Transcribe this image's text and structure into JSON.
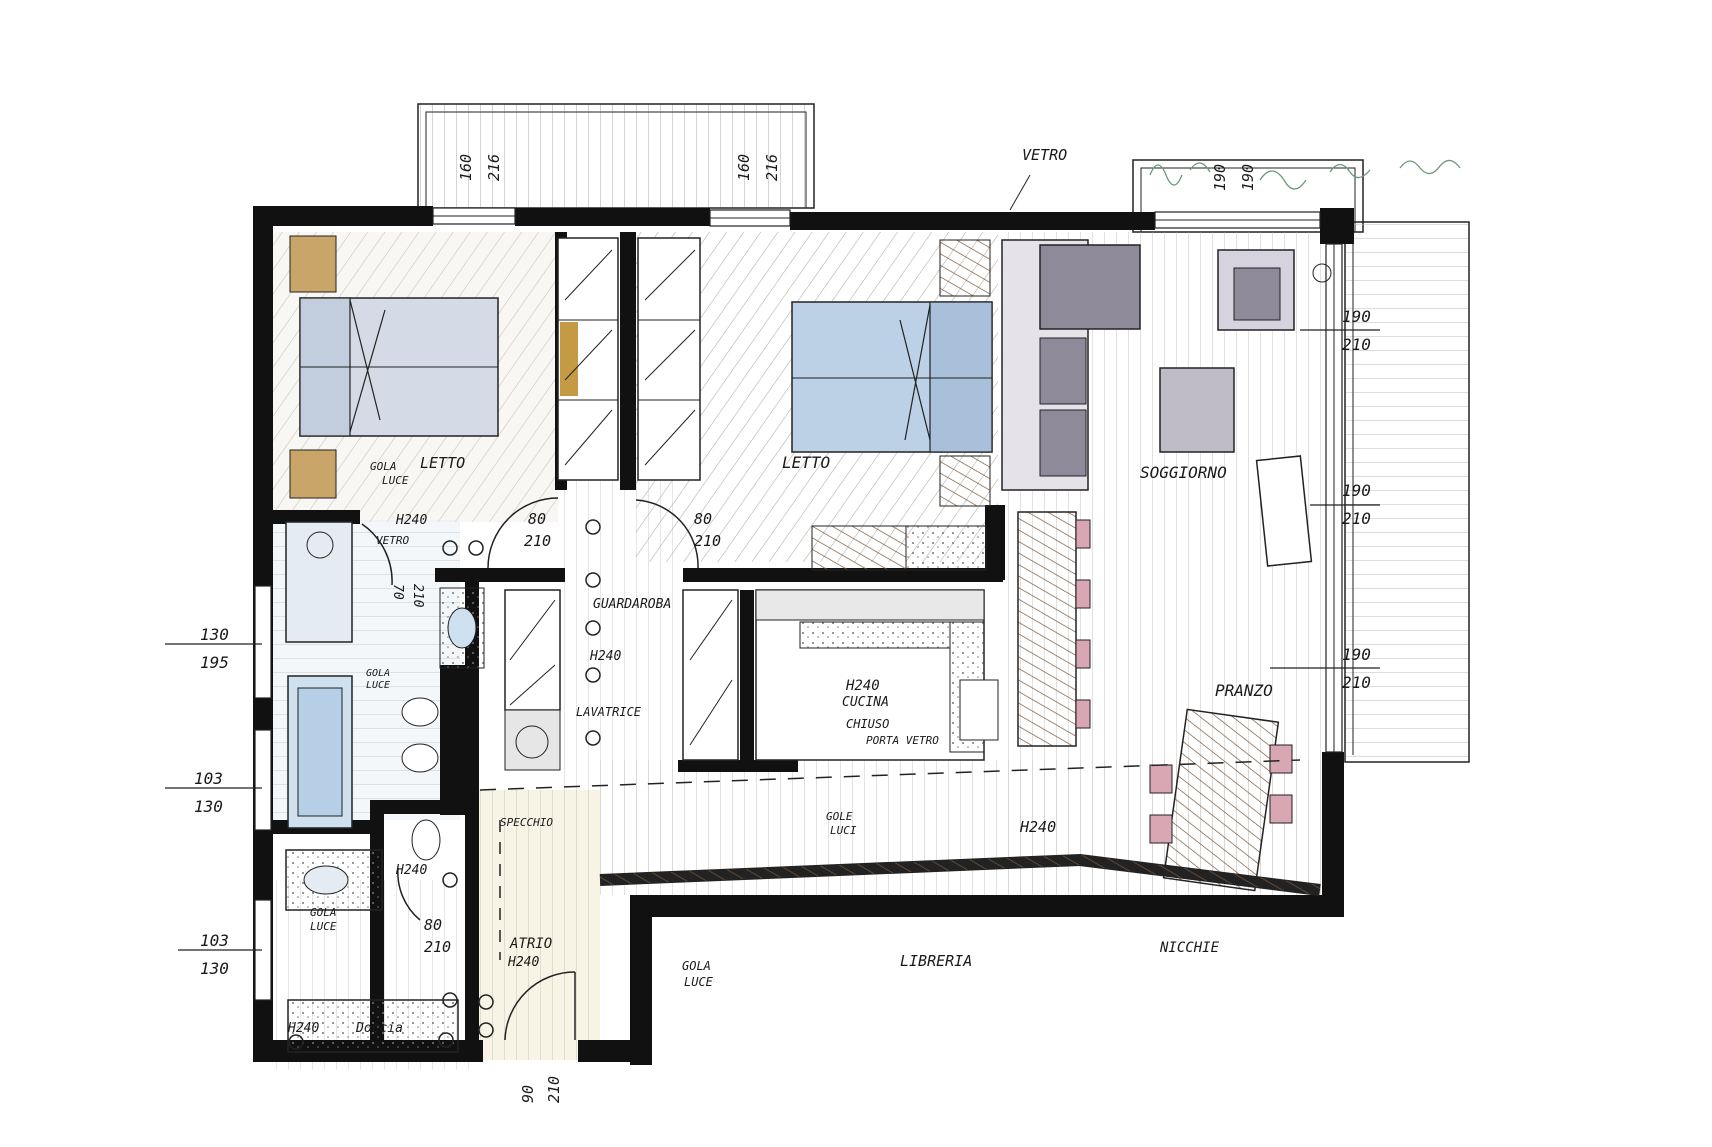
{
  "labels": {
    "vetro_top": "VETRO",
    "letto_left": "LETTO",
    "letto_right": "LETTO",
    "soggiorno": "SOGGIORNO",
    "pranzo": "PRANZO",
    "guardaroba": "GUARDAROBA",
    "h240_guard": "H240",
    "lavatrice": "LAVATRICE",
    "cucina_h": "H240",
    "cucina": "CUCINA",
    "chiuso": "CHIUSO",
    "porta_vetro": "PORTA VETRO",
    "gole_luci_mid": "GOLE",
    "luci_mid": "LUCI",
    "h240_living": "H240",
    "specchio": "SPECCHIO",
    "libreria": "LIBRERIA",
    "nicchie": "NICCHIE",
    "atrio": "ATRIO",
    "atrio_h": "H240",
    "gola_luce_entry": "GOLA",
    "luce_entry": "LUCE",
    "h240_bath": "H240",
    "doccia": "Doccia",
    "h240_shower": "H240",
    "gola_luce_bed": "GOLA",
    "luce_bed": "LUCE",
    "h240_corr": "H240",
    "vetro_bath": "VETRO",
    "gola_luce_bath": "GOLA",
    "luce_bath": "LUCE",
    "gola_luce_wc": "GOLA",
    "luce_wc": "LUCE"
  },
  "dimensions": {
    "win1_a": "160",
    "win1_b": "216",
    "win2_a": "160",
    "win2_b": "216",
    "win3_a": "190",
    "win3_b": "190",
    "r1_a": "190",
    "r1_b": "210",
    "r2_a": "190",
    "r2_b": "210",
    "r3_a": "190",
    "r3_b": "210",
    "l1_a": "130",
    "l1_b": "195",
    "l2_a": "103",
    "l2_b": "130",
    "l3_a": "103",
    "l3_b": "130",
    "d1_a": "80",
    "d1_b": "210",
    "d2_a": "80",
    "d2_b": "210",
    "d3_a": "80",
    "d3_b": "210",
    "d4_a": "70",
    "d4_b": "210",
    "entry_a": "90",
    "entry_b": "210"
  },
  "colors": {
    "wall": "#111111",
    "bed_blue": "#b7cde3",
    "wood_brown": "#a07a52",
    "sofa_gray": "#8c8898",
    "chair_pink": "#d9a6b3",
    "tile_gray": "#c8c8c8",
    "ochre": "#c49a45"
  }
}
